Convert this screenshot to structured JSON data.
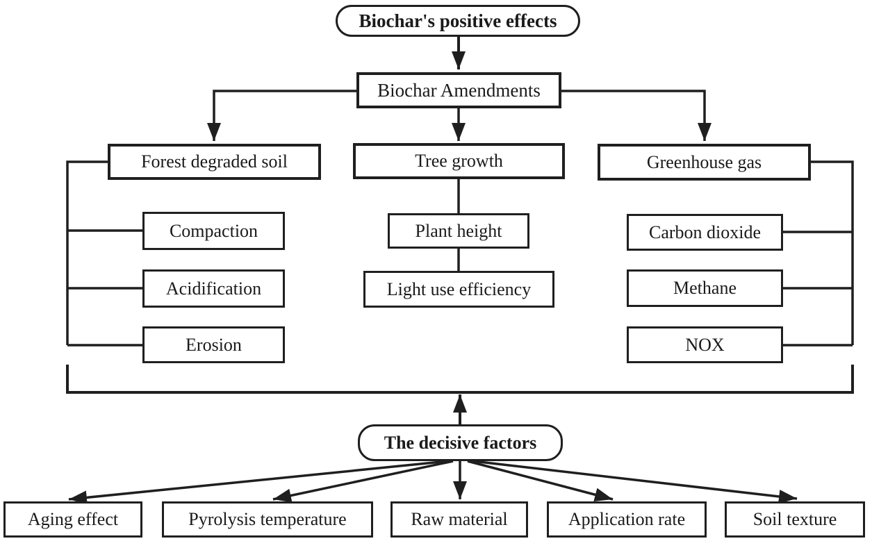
{
  "diagram": {
    "title": "Biochar's positive effects",
    "root": "Biochar Amendments",
    "branches": [
      {
        "label": "Forest degraded soil",
        "children": [
          "Compaction",
          "Acidification",
          "Erosion"
        ]
      },
      {
        "label": "Tree growth",
        "children": [
          "Plant height",
          "Light use efficiency"
        ]
      },
      {
        "label": "Greenhouse gas",
        "children": [
          "Carbon dioxide",
          "Methane",
          "NOX"
        ]
      }
    ],
    "decisive": {
      "label": "The decisive factors",
      "factors": [
        "Aging effect",
        "Pyrolysis temperature",
        "Raw material",
        "Application rate",
        "Soil texture"
      ]
    },
    "colors": {
      "line": "#1f1f1f",
      "background": "#ffffff",
      "text": "#1a1a1a"
    }
  }
}
